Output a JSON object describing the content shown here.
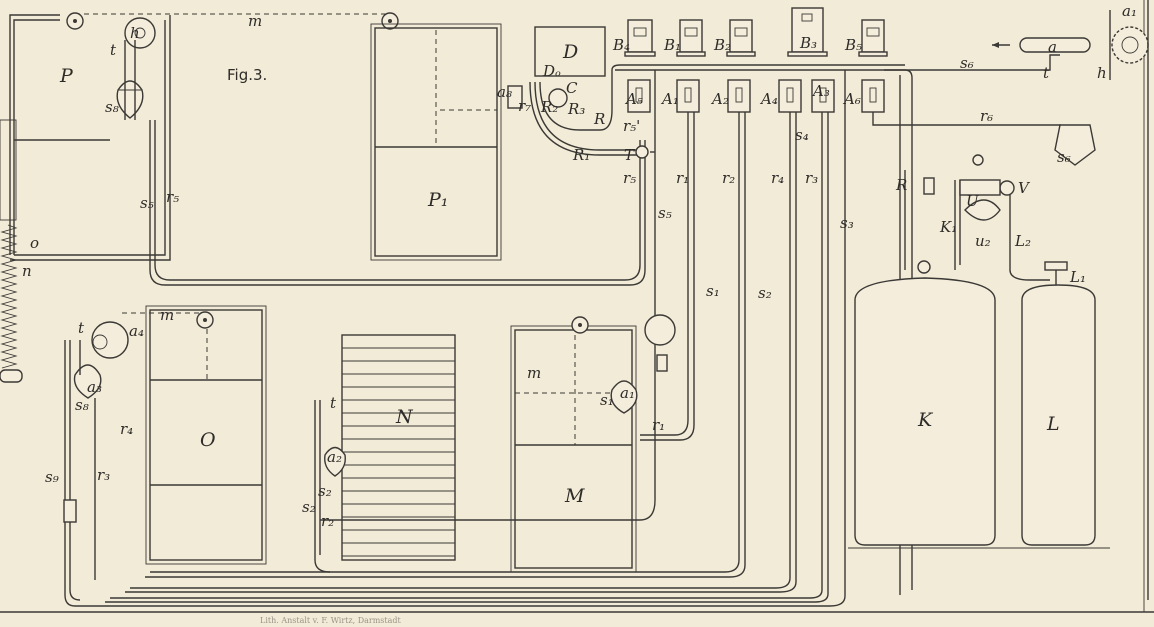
{
  "figure_title": "Fig.3.",
  "caption": "Lith. Anstalt v. F. Wirtz, Darmstadt",
  "labels": {
    "P": "P",
    "P1": "P₁",
    "D": "D",
    "Do": "Dₒ",
    "C": "C",
    "a8": "a₈",
    "r7": "r₇",
    "R": "R",
    "R1": "R₁",
    "R2": "R₂",
    "R3": "R₃",
    "T": "T",
    "B4": "B₄",
    "B1": "B₁",
    "B2": "B₂",
    "B3": "B₃",
    "B5": "B₅",
    "A5": "A₅",
    "A1": "A₁",
    "A2": "A₂",
    "A4": "A₄",
    "A3": "A₃",
    "A6": "A₆",
    "r5a": "r₅",
    "r5p": "r₅'",
    "r1": "r₁",
    "r2": "r₂",
    "r4": "r₄",
    "r3": "r₃",
    "s4": "s₄",
    "s5": "s₅",
    "s3": "s₃",
    "s1": "s₁",
    "s2": "s₂",
    "s8": "s₈",
    "s6": "s₆",
    "s6b": "s₆",
    "s9": "s₉",
    "r6": "r₆",
    "Rr": "R",
    "a": "a",
    "a1top": "a₁",
    "h": "h",
    "t": "t",
    "U": "U",
    "V": "V",
    "K1": "K₁",
    "u2": "u₂",
    "L2": "L₂",
    "L1": "L₁",
    "K": "K",
    "L": "L",
    "M": "M",
    "N": "N",
    "O": "O",
    "m": "m",
    "a4": "a₄",
    "a3": "a₃",
    "a2": "a₂",
    "a1": "a₁",
    "n": "n",
    "o": "o"
  }
}
